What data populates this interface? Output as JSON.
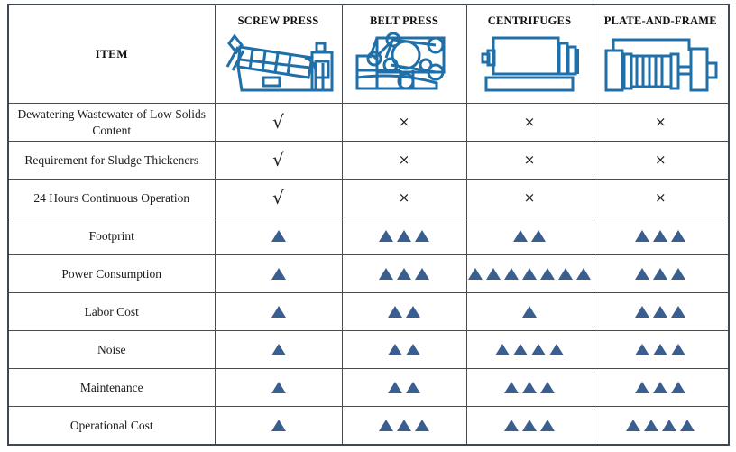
{
  "table": {
    "item_header": "ITEM",
    "columns": [
      {
        "label": "SCREW PRESS",
        "icon": "screw-press-icon"
      },
      {
        "label": "BELT PRESS",
        "icon": "belt-press-icon"
      },
      {
        "label": "CENTRIFUGES",
        "icon": "centrifuge-icon"
      },
      {
        "label": "PLATE-AND-FRAME",
        "icon": "plate-and-frame-icon"
      }
    ],
    "colors": {
      "header_blue": "#c3d3ee",
      "highlight_orange": "#f9d5b4",
      "triangle_blue": "#3a5f8f",
      "icon_blue": "#1f6fa8",
      "border_dark": "#3d4854"
    },
    "symbols": {
      "check": "√",
      "cross": "×"
    },
    "rows": [
      {
        "label": "Dewatering Wastewater of Low Solids Content",
        "type": "symbol",
        "values": [
          "√",
          "×",
          "×",
          "×"
        ]
      },
      {
        "label": "Requirement for Sludge Thickeners",
        "type": "symbol",
        "values": [
          "√",
          "×",
          "×",
          "×"
        ]
      },
      {
        "label": "24 Hours Continuous Operation",
        "type": "symbol",
        "values": [
          "√",
          "×",
          "×",
          "×"
        ]
      },
      {
        "label": "Footprint",
        "type": "rating",
        "values": [
          1,
          3,
          2,
          3
        ]
      },
      {
        "label": "Power Consumption",
        "type": "rating",
        "values": [
          1,
          3,
          7,
          3
        ]
      },
      {
        "label": "Labor Cost",
        "type": "rating",
        "values": [
          1,
          2,
          1,
          3
        ]
      },
      {
        "label": "Noise",
        "type": "rating",
        "values": [
          1,
          2,
          4,
          3
        ]
      },
      {
        "label": "Maintenance",
        "type": "rating",
        "values": [
          1,
          2,
          3,
          3
        ]
      },
      {
        "label": "Operational Cost",
        "type": "rating",
        "values": [
          1,
          3,
          3,
          4
        ]
      }
    ]
  }
}
